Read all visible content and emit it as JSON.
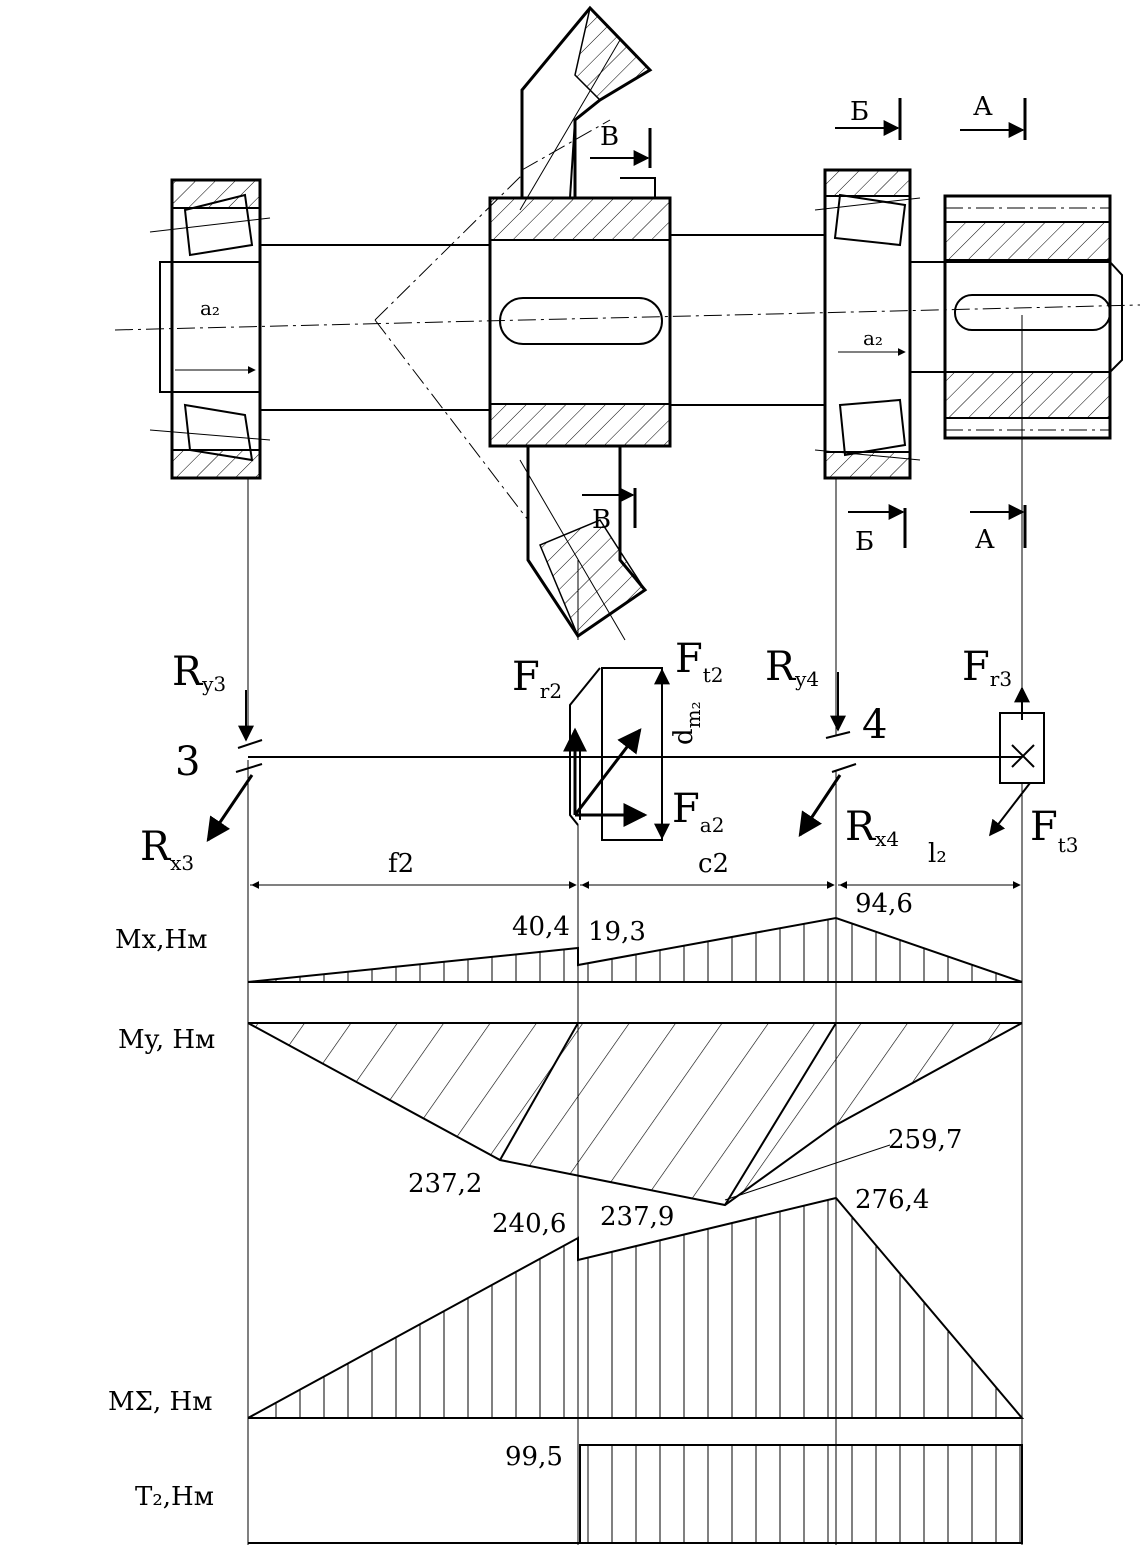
{
  "section_marks": {
    "A": "А",
    "B": "Б",
    "V": "В"
  },
  "bearing_offset_label": "a₂",
  "node_labels": {
    "support_left": "3",
    "support_right": "4"
  },
  "forces": {
    "Ry3": {
      "main": "R",
      "sub": "y3"
    },
    "Rx3": {
      "main": "R",
      "sub": "x3"
    },
    "Ry4": {
      "main": "R",
      "sub": "y4"
    },
    "Rx4": {
      "main": "R",
      "sub": "x4"
    },
    "Fr2": {
      "main": "F",
      "sub": "r2"
    },
    "Ft2": {
      "main": "F",
      "sub": "t2"
    },
    "Fa2": {
      "main": "F",
      "sub": "a2"
    },
    "Fr3": {
      "main": "F",
      "sub": "r3"
    },
    "Ft3": {
      "main": "F",
      "sub": "t3"
    },
    "dm2": {
      "main": "d",
      "sub": "m₂"
    }
  },
  "spans": {
    "f2": "f2",
    "c2": "c2",
    "l2": "l₂"
  },
  "diagrams": {
    "mx": {
      "label": "Mx,Нм",
      "values": [
        "40,4",
        "19,3",
        "94,6"
      ]
    },
    "my": {
      "label": "My, Нм",
      "values": [
        "237,2",
        "259,7"
      ]
    },
    "msum": {
      "label": "MΣ, Нм",
      "values": [
        "240,6",
        "237,9",
        "276,4"
      ]
    },
    "t2": {
      "label": "T₂,Нм",
      "values": [
        "99,5"
      ]
    }
  }
}
